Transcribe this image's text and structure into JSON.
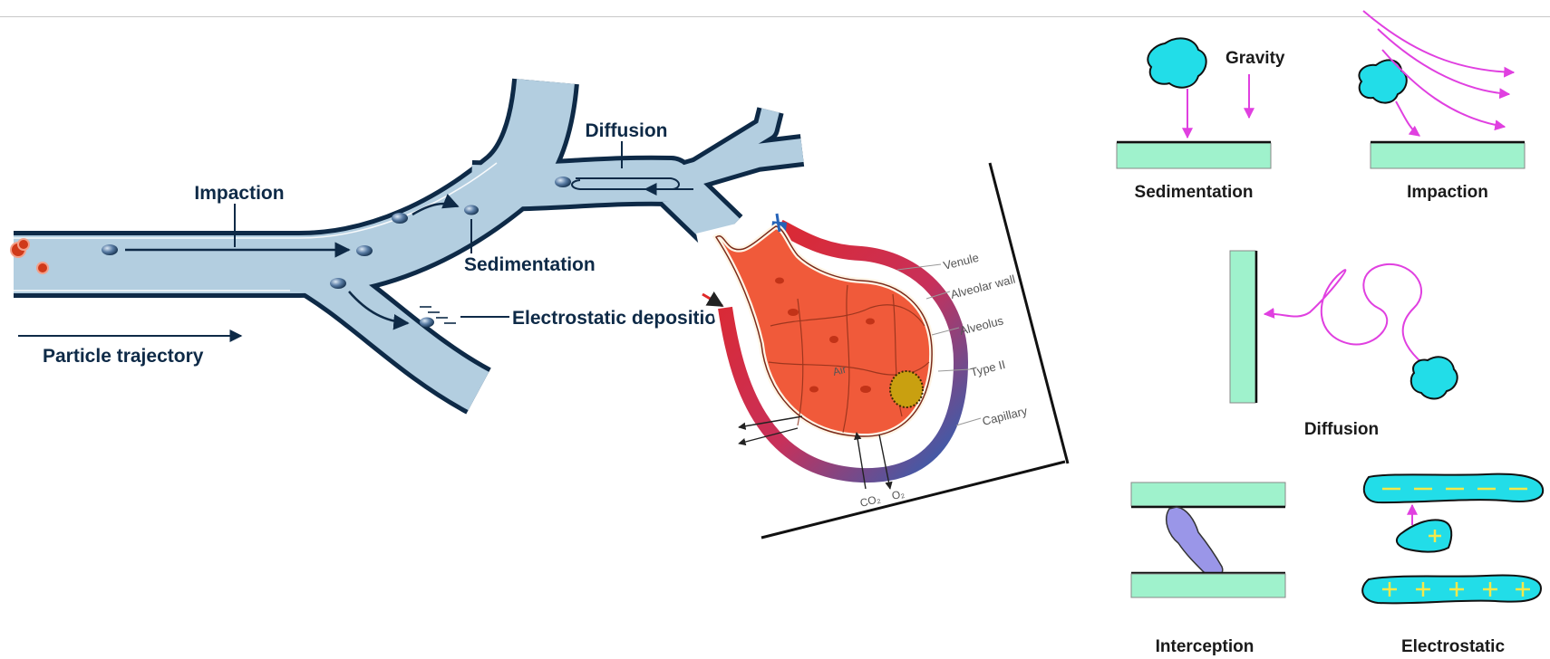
{
  "airway": {
    "labels": {
      "impaction": "Impaction",
      "diffusion": "Diffusion",
      "sedimentation": "Sedimentation",
      "electrostatic": "Electrostatic deposition",
      "trajectory": "Particle trajectory"
    }
  },
  "alveolus": {
    "labels": {
      "venule": "Venule",
      "alveolar_wall": "Alveolar wall",
      "alveolus": "Alveolus",
      "type2": "Type II",
      "capillary": "Capillary",
      "air": "Air",
      "co2": "CO₂",
      "o2": "O₂"
    }
  },
  "mechanisms": {
    "gravity": "Gravity",
    "sedimentation": "Sedimentation",
    "impaction": "Impaction",
    "diffusion": "Diffusion",
    "interception": "Interception",
    "electrostatic": "Electrostatic"
  },
  "colors": {
    "airway_fill": "#b3cee0",
    "arrow_magenta": "#e040e0",
    "particle_cyan": "#22dde8",
    "surface_green": "#9ff2cc",
    "tissue_red": "#f05a3a",
    "vessel_blue": "#2563b8"
  }
}
